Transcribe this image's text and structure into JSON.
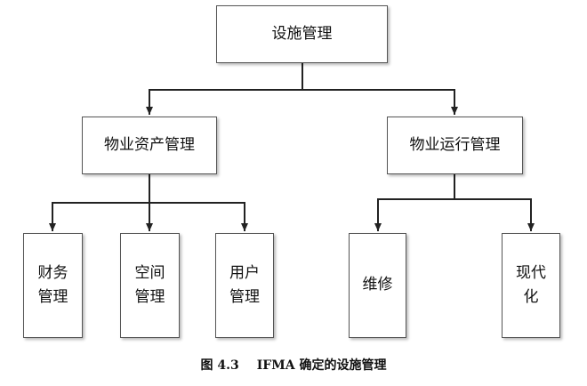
{
  "diagram": {
    "nodes": {
      "root": "设施管理",
      "asset_mgmt": "物业资产管理",
      "ops_mgmt": "物业运行管理",
      "finance": "财务管理",
      "space": "空间管理",
      "user": "用户管理",
      "maintenance": "维修",
      "modernization": "现代化"
    },
    "edges": [
      [
        "root",
        "asset_mgmt"
      ],
      [
        "root",
        "ops_mgmt"
      ],
      [
        "asset_mgmt",
        "finance"
      ],
      [
        "asset_mgmt",
        "space"
      ],
      [
        "asset_mgmt",
        "user"
      ],
      [
        "ops_mgmt",
        "maintenance"
      ],
      [
        "ops_mgmt",
        "modernization"
      ]
    ]
  },
  "caption": {
    "figure_no": "图 4.3",
    "text": "IFMA 确定的设施管理"
  }
}
